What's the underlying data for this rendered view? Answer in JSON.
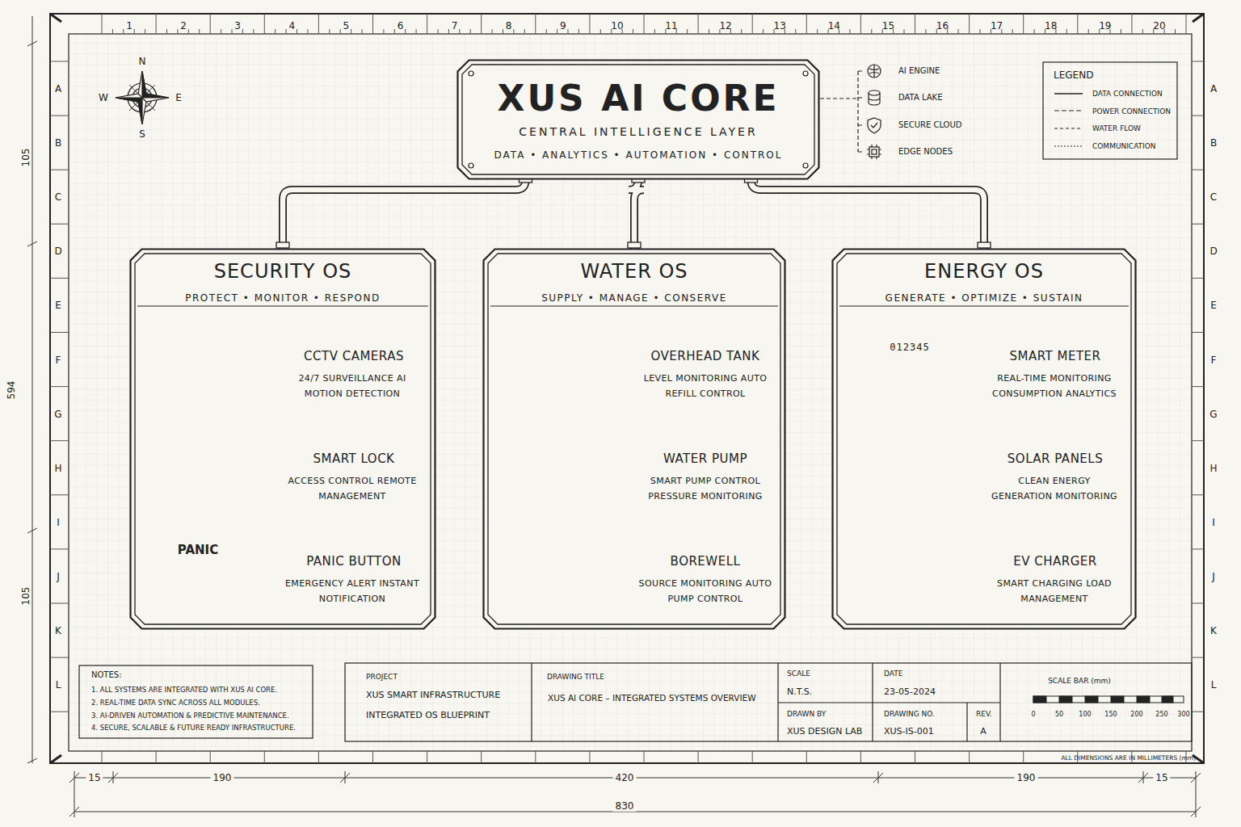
{
  "diagram": {
    "nodes": [
      {
        "text": [
          "XUS AI CORE",
          "CENTRAL INTELLIGENCE LAYER",
          "DATA • ANALYTICS • AUTOMATION • CONTROL"
        ]
      },
      {
        "text": [
          "SECURITY OS",
          "PROTECT • MONITOR • RESPOND"
        ]
      },
      {
        "text": [
          "CCTV CAMERAS",
          "24/7 SURVEILLANCE AI MOTION DETECTION"
        ],
        "in": 1
      },
      {
        "text": [
          "SMART LOCK",
          "ACCESS CONTROL REMOTE MANAGEMENT"
        ],
        "in": 1
      },
      {
        "text": [
          "PANIC BUTTON",
          "EMERGENCY ALERT INSTANT NOTIFICATION"
        ],
        "in": 1
      },
      {
        "text": [
          "WATER OS",
          "SUPPLY • MANAGE • CONSERVE"
        ]
      },
      {
        "text": [
          "OVERHEAD TANK",
          "LEVEL MONITORING AUTO REFILL CONTROL"
        ],
        "in": 5
      },
      {
        "text": [
          "WATER PUMP",
          "SMART PUMP CONTROL PRESSURE MONITORING"
        ],
        "in": 5
      },
      {
        "text": [
          "BOREWELL",
          "SOURCE MONITORING AUTO PUMP CONTROL"
        ],
        "in": 5
      },
      {
        "text": [
          "ENERGY OS",
          "GENERATE • OPTIMIZE • SUSTAIN"
        ]
      },
      {
        "text": [
          "SMART METER",
          "REAL-TIME MONITORING CONSUMPTION ANALYTICS"
        ],
        "in": 9
      },
      {
        "text": [
          "SOLAR PANELS",
          "CLEAN ENERGY GENERATION MONITORING"
        ],
        "in": 9
      },
      {
        "text": [
          "EV CHARGER",
          "SMART CHARGING LOAD MANAGEMENT"
        ],
        "in": 9
      }
    ],
    "edges": [
      {
        "from": 0,
        "to": 1,
        "arrow": "none"
      },
      {
        "from": 0,
        "to": 5,
        "arrow": "none"
      },
      {
        "from": 0,
        "to": 9,
        "arrow": "none"
      }
    ],
    "labels": [
      "1",
      "2",
      "3",
      "4",
      "5",
      "6",
      "7",
      "8",
      "9",
      "10",
      "11",
      "12",
      "13",
      "14",
      "15",
      "16",
      "17",
      "18",
      "19",
      "20",
      "A",
      "B",
      "C",
      "D",
      "E",
      "F",
      "G",
      "H",
      "I",
      "J",
      "K",
      "L",
      "A",
      "B",
      "C",
      "D",
      "E",
      "F",
      "G",
      "H",
      "I",
      "J",
      "K",
      "L",
      "N",
      "W",
      "E",
      "S",
      "105",
      "594",
      "105",
      "15",
      "190",
      "420",
      "190",
      "15",
      "830",
      "AI ENGINE",
      "DATA LAKE",
      "SECURE CLOUD",
      "EDGE NODES",
      "LEGEND",
      "PANIC",
      "012345",
      "NOTES:",
      "1.  ALL SYSTEMS ARE INTEGRATED WITH XUS AI CORE.",
      "2.  REAL-TIME DATA SYNC ACROSS ALL MODULES.",
      "3.  AI-DRIVEN AUTOMATION & PREDICTIVE MAINTENANCE.",
      "4.  SECURE, SCALABLE & FUTURE READY INFRASTRUCTURE.",
      "PROJECT",
      "XUS SMART INFRASTRUCTURE",
      "INTEGRATED OS BLUEPRINT",
      "DRAWING TITLE",
      "XUS AI CORE – INTEGRATED SYSTEMS OVERVIEW",
      "SCALE",
      "N.T.S.",
      "DATE",
      "23-05-2024",
      "DRAWN BY",
      "XUS DESIGN LAB",
      "DRAWING NO.",
      "XUS-IS-001",
      "REV.",
      "A",
      "SCALE BAR (mm)",
      "0",
      "50",
      "100",
      "150",
      "200",
      "250",
      "300",
      "ALL DIMENSIONS ARE IN MILLIMETERS (mm)"
    ],
    "legend": [
      {
        "text": "DATA CONNECTION"
      },
      {
        "text": "POWER CONNECTION"
      },
      {
        "text": "WATER FLOW"
      },
      {
        "text": "COMMUNICATION"
      }
    ]
  }
}
